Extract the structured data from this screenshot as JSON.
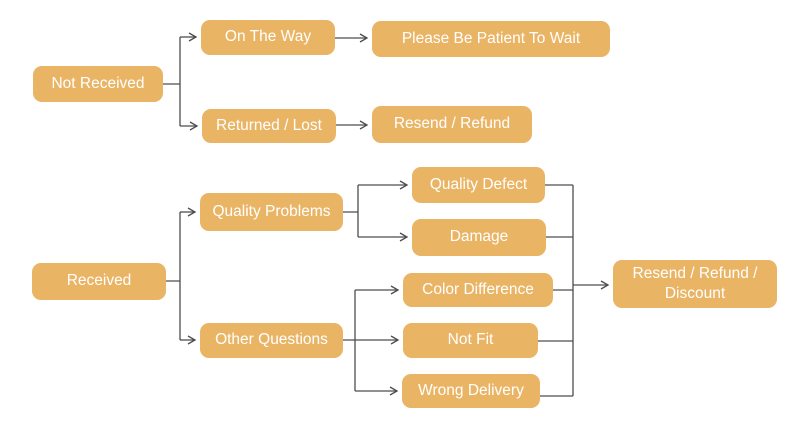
{
  "colors": {
    "node_fill": "#EAB465",
    "node_text": "#FFFFFF",
    "connector": "#4D4D4D",
    "background": "#FFFFFF"
  },
  "nodes": {
    "not_received": {
      "label": "Not Received"
    },
    "on_the_way": {
      "label": "On The Way"
    },
    "please_wait": {
      "label": "Please Be Patient To Wait"
    },
    "returned_lost": {
      "label": "Returned / Lost"
    },
    "resend_refund": {
      "label": "Resend / Refund"
    },
    "received": {
      "label": "Received"
    },
    "quality_problems": {
      "label": "Quality Problems"
    },
    "quality_defect": {
      "label": "Quality Defect"
    },
    "damage": {
      "label": "Damage"
    },
    "other_questions": {
      "label": "Other Questions"
    },
    "color_difference": {
      "label": "Color Difference"
    },
    "not_fit": {
      "label": "Not Fit"
    },
    "wrong_delivery": {
      "label": "Wrong Delivery"
    },
    "resend_refund_discount": {
      "label": "Resend / Refund / Discount"
    }
  },
  "edges": [
    {
      "from": "not_received",
      "to": "on_the_way"
    },
    {
      "from": "not_received",
      "to": "returned_lost"
    },
    {
      "from": "on_the_way",
      "to": "please_wait"
    },
    {
      "from": "returned_lost",
      "to": "resend_refund"
    },
    {
      "from": "received",
      "to": "quality_problems"
    },
    {
      "from": "received",
      "to": "other_questions"
    },
    {
      "from": "quality_problems",
      "to": "quality_defect"
    },
    {
      "from": "quality_problems",
      "to": "damage"
    },
    {
      "from": "other_questions",
      "to": "color_difference"
    },
    {
      "from": "other_questions",
      "to": "not_fit"
    },
    {
      "from": "other_questions",
      "to": "wrong_delivery"
    },
    {
      "from": "quality_defect",
      "to": "resend_refund_discount"
    },
    {
      "from": "damage",
      "to": "resend_refund_discount"
    },
    {
      "from": "color_difference",
      "to": "resend_refund_discount"
    },
    {
      "from": "not_fit",
      "to": "resend_refund_discount"
    },
    {
      "from": "wrong_delivery",
      "to": "resend_refund_discount"
    }
  ]
}
